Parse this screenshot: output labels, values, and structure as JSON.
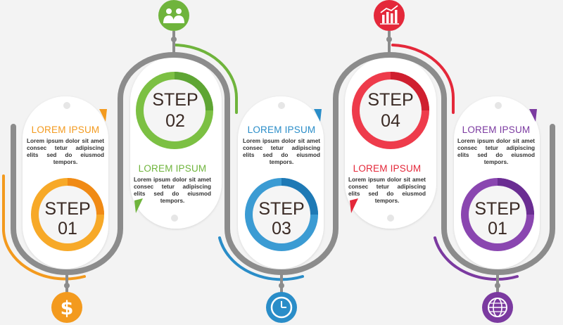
{
  "steps": [
    {
      "step_word": "STEP",
      "step_number": "01",
      "title": "LOREM IPSUM",
      "body": "Lorem ipsum dolor sit amet consec tetur adipiscing elits sed do eiusmod tempors.",
      "color": "#f39a1e",
      "icon": "dollar-icon"
    },
    {
      "step_word": "STEP",
      "step_number": "02",
      "title": "LOREM IPSUM",
      "body": "Lorem ipsum dolor sit amet consec tetur adipiscing elits sed do eiusmod tempors.",
      "color": "#6fb43c",
      "icon": "people-icon"
    },
    {
      "step_word": "STEP",
      "step_number": "03",
      "title": "LOREM IPSUM",
      "body": "Lorem ipsum dolor sit amet consec tetur adipiscing elits sed do eiusmod tempors.",
      "color": "#2a8dc8",
      "icon": "clock-icon"
    },
    {
      "step_word": "STEP",
      "step_number": "04",
      "title": "LOREM IPSUM",
      "body": "Lorem ipsum dolor sit amet consec tetur adipiscing elits sed do eiusmod tempors.",
      "color": "#e4283a",
      "icon": "bar-chart-icon"
    },
    {
      "step_word": "STEP",
      "step_number": "01",
      "title": "LOREM IPSUM",
      "body": "Lorem ipsum dolor sit amet consec tetur adipiscing elits sed do eiusmod tempors.",
      "color": "#7b3aa0",
      "icon": "globe-icon"
    }
  ],
  "colors": {
    "track": "#8c8c8c",
    "card": "#ffffff",
    "text_dark": "#3a2a24"
  }
}
